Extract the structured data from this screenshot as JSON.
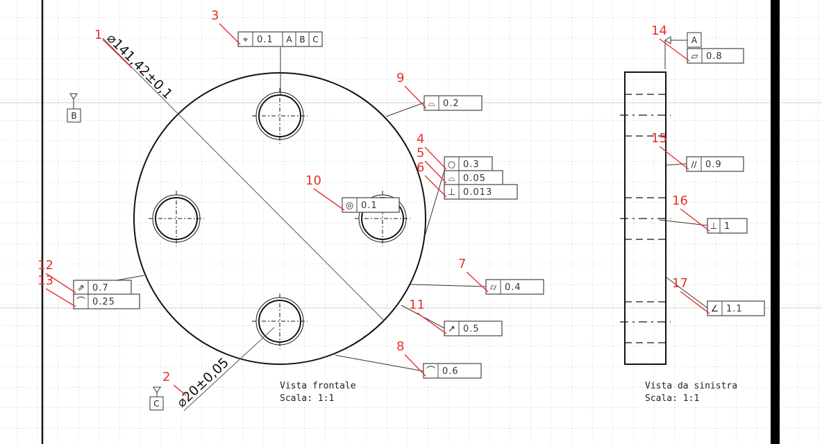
{
  "colors": {
    "annotation_red": "#e8302a",
    "line": "#111111",
    "grid": "#d4d4d4",
    "frame": "#444444"
  },
  "dimensions": {
    "outer_diameter": {
      "number": "1",
      "text": "⌀141,42±0,1"
    },
    "hole_diameter": {
      "number": "2",
      "text": "⌀20±0,05"
    }
  },
  "datums": {
    "A": "A",
    "B": "B",
    "C": "C"
  },
  "frames": [
    {
      "number": "3",
      "symbol": "position-icon",
      "glyph": "⌖",
      "value": "0.1",
      "datums": [
        "A",
        "B",
        "C"
      ]
    },
    {
      "number": "4",
      "symbol": "circularity-icon",
      "glyph": "○",
      "value": "0.3",
      "datums": []
    },
    {
      "number": "5",
      "symbol": "surface-profile-icon",
      "glyph": "⌓",
      "value": "0.05",
      "datums": []
    },
    {
      "number": "6",
      "symbol": "perpendicularity-icon",
      "glyph": "⊥",
      "value": "0.013",
      "datums": []
    },
    {
      "number": "7",
      "symbol": "cylindricity-icon",
      "glyph": "⌭",
      "value": "0.4",
      "datums": []
    },
    {
      "number": "8",
      "symbol": "line-profile-icon",
      "glyph": "⌒",
      "value": "0.6",
      "datums": []
    },
    {
      "number": "9",
      "symbol": "surface-profile-icon",
      "glyph": "⌓",
      "value": "0.2",
      "datums": []
    },
    {
      "number": "10",
      "symbol": "concentricity-icon",
      "glyph": "◎",
      "value": "0.1",
      "datums": []
    },
    {
      "number": "11",
      "symbol": "circular-runout-icon",
      "glyph": "↗",
      "value": "0.5",
      "datums": []
    },
    {
      "number": "12",
      "symbol": "total-runout-icon",
      "glyph": "⇗",
      "value": "0.7",
      "datums": []
    },
    {
      "number": "13",
      "symbol": "line-profile-icon",
      "glyph": "⌒",
      "value": "0.25",
      "datums": []
    },
    {
      "number": "14",
      "symbol": "flatness-icon",
      "glyph": "▱",
      "value": "0.8",
      "datums": []
    },
    {
      "number": "15",
      "symbol": "parallelism-icon",
      "glyph": "//",
      "value": "0.9",
      "datums": []
    },
    {
      "number": "16",
      "symbol": "perpendicularity-icon",
      "glyph": "⊥",
      "value": "1",
      "datums": []
    },
    {
      "number": "17",
      "symbol": "angularity-icon",
      "glyph": "∠",
      "value": "1.1",
      "datums": []
    }
  ],
  "views": {
    "front": {
      "title": "Vista frontale",
      "scale": "Scala:  1:1"
    },
    "left": {
      "title": "Vista da sinistra",
      "scale": "Scala:  1:1"
    }
  }
}
